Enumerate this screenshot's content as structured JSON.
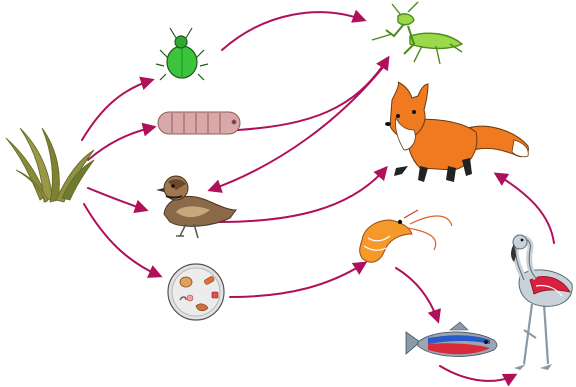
{
  "diagram": {
    "type": "food-web",
    "arrow_color": "#b0105a",
    "organisms": [
      {
        "id": "grass",
        "icon": "grass-icon"
      },
      {
        "id": "aphid",
        "icon": "aphid-icon"
      },
      {
        "id": "grub",
        "icon": "grub-icon"
      },
      {
        "id": "sparrow",
        "icon": "sparrow-icon"
      },
      {
        "id": "microorganisms",
        "icon": "microorganism-dish-icon"
      },
      {
        "id": "mantis",
        "icon": "mantis-icon"
      },
      {
        "id": "fox",
        "icon": "fox-icon"
      },
      {
        "id": "shrimp",
        "icon": "shrimp-icon"
      },
      {
        "id": "fish",
        "icon": "fish-icon"
      },
      {
        "id": "flamingo",
        "icon": "flamingo-icon"
      }
    ],
    "links": [
      {
        "from": "grass",
        "to": "aphid"
      },
      {
        "from": "grass",
        "to": "grub"
      },
      {
        "from": "grass",
        "to": "sparrow"
      },
      {
        "from": "grass",
        "to": "microorganisms"
      },
      {
        "from": "aphid",
        "to": "mantis"
      },
      {
        "from": "grub",
        "to": "mantis"
      },
      {
        "from": "mantis",
        "to": "sparrow"
      },
      {
        "from": "sparrow",
        "to": "fox"
      },
      {
        "from": "microorganisms",
        "to": "shrimp"
      },
      {
        "from": "shrimp",
        "to": "fish"
      },
      {
        "from": "fish",
        "to": "flamingo"
      },
      {
        "from": "flamingo",
        "to": "fox"
      }
    ]
  }
}
